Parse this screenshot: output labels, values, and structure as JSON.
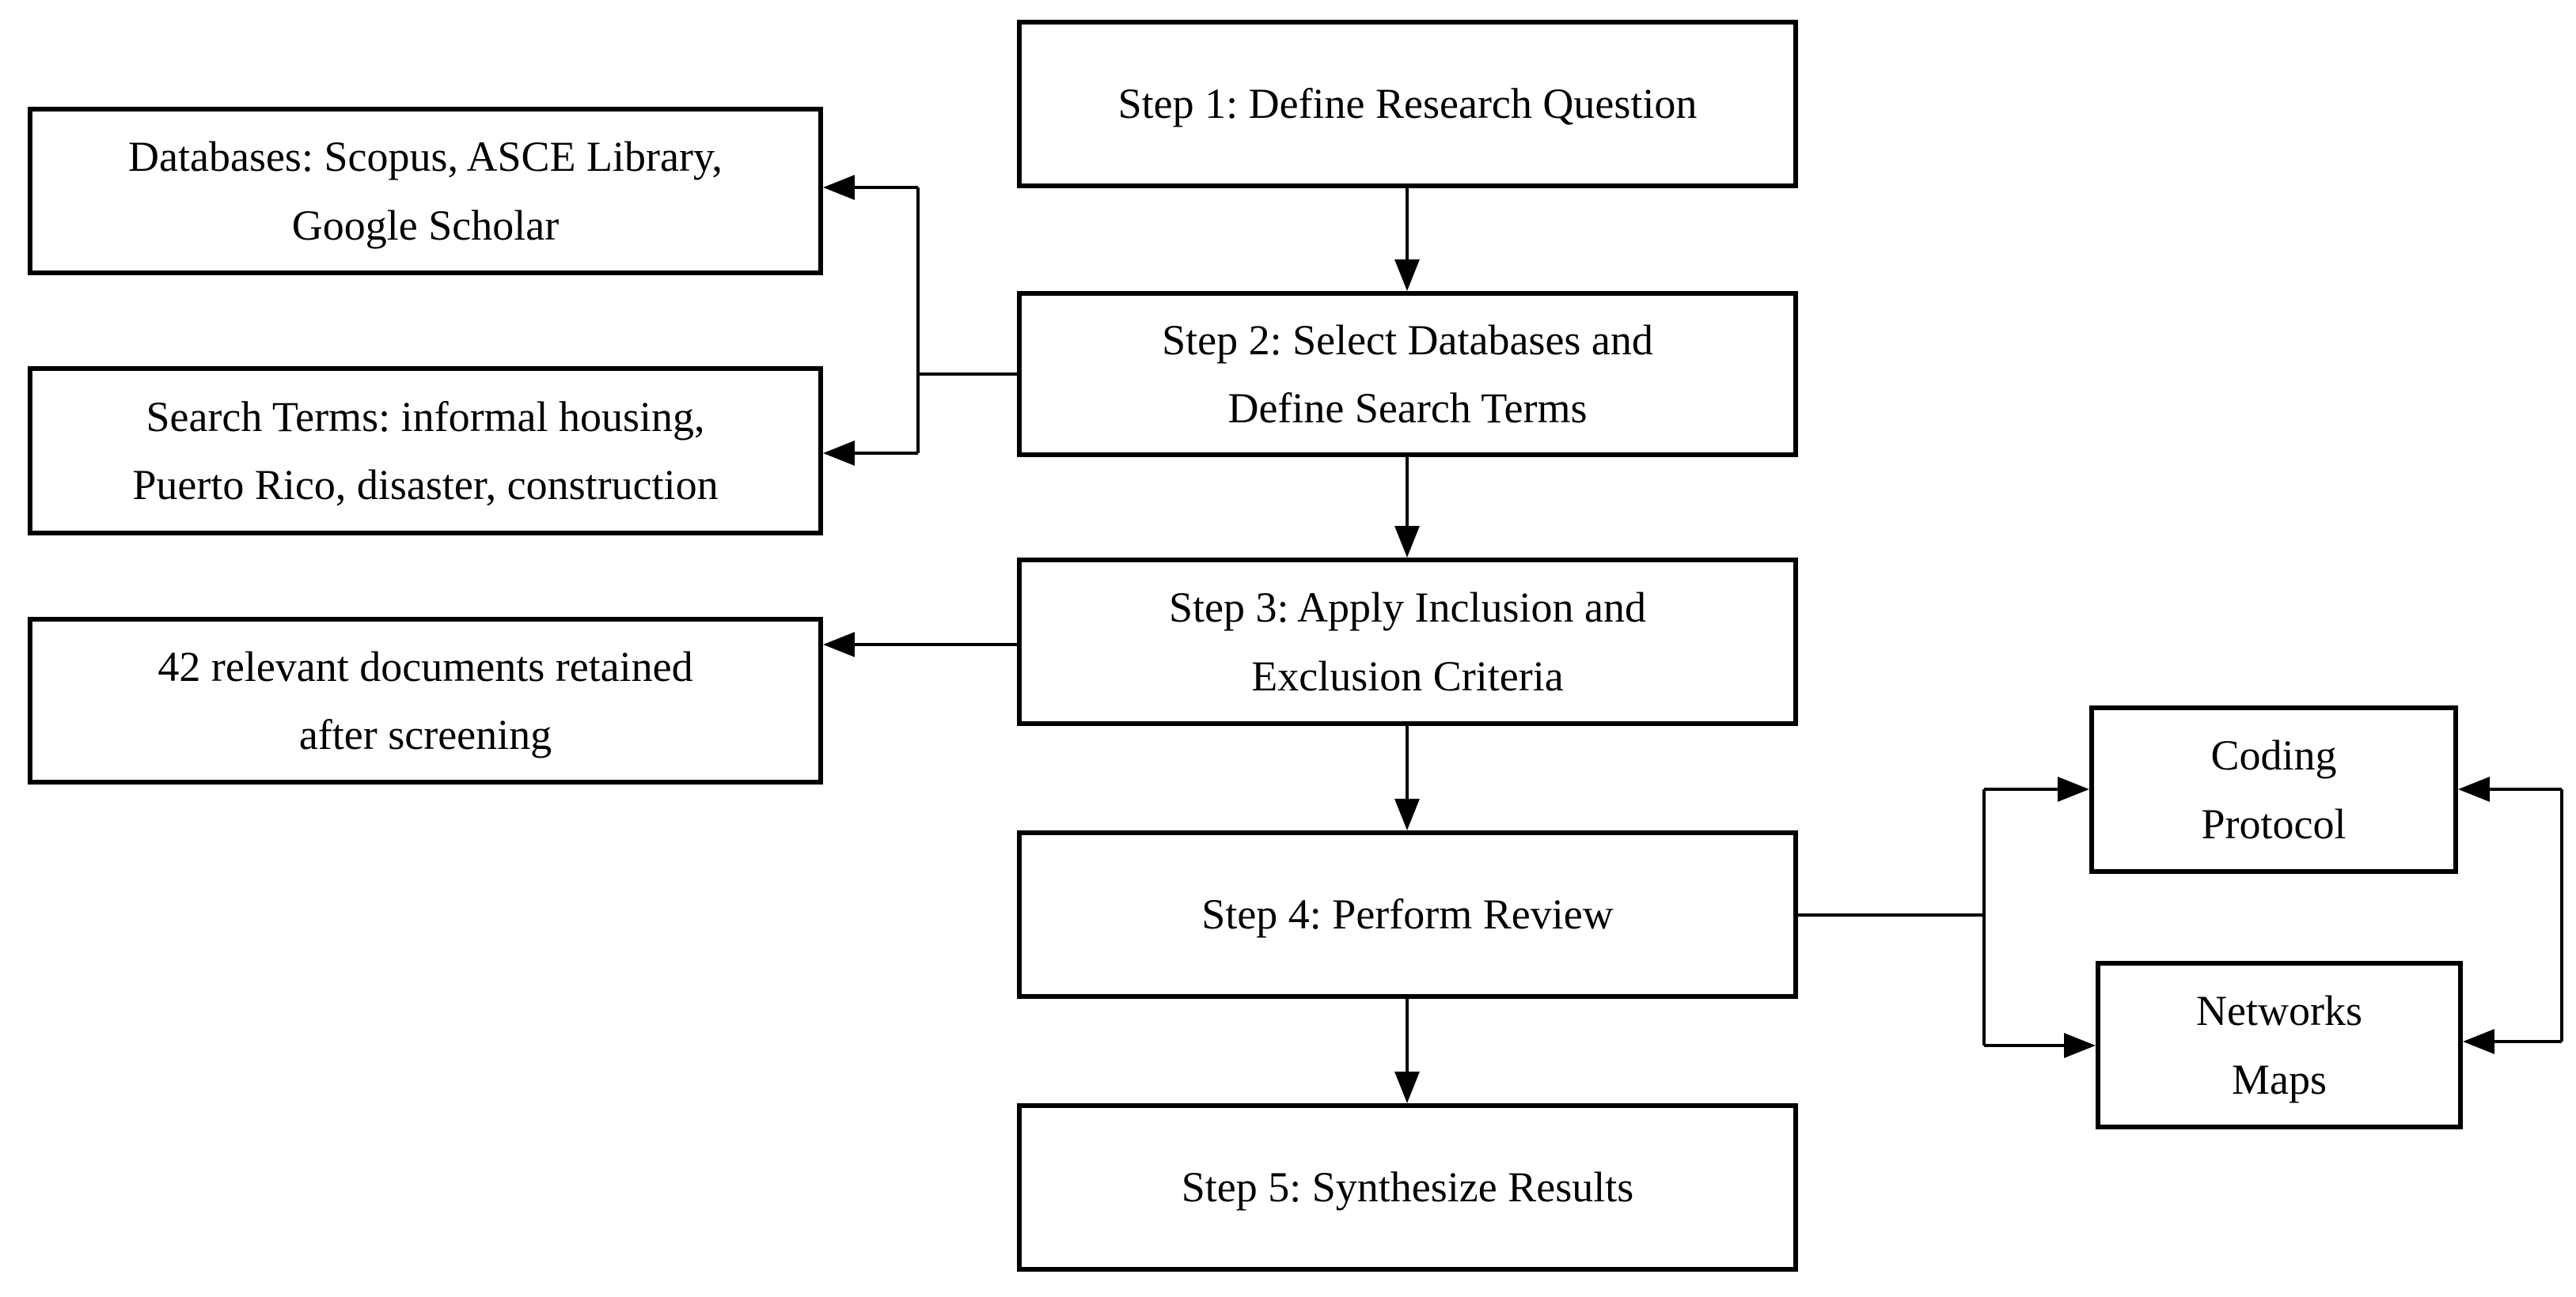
{
  "palette": {
    "ink": "#000000",
    "paper": "#ffffff"
  },
  "flow": {
    "steps": [
      {
        "id": "step-1",
        "label": [
          "Step 1: Define Research Question"
        ]
      },
      {
        "id": "step-2",
        "label": [
          "Step 2: Select Databases and",
          "Define Search Terms"
        ]
      },
      {
        "id": "step-3",
        "label": [
          "Step 3: Apply Inclusion and",
          "Exclusion Criteria"
        ]
      },
      {
        "id": "step-4",
        "label": [
          "Step 4: Perform Review"
        ]
      },
      {
        "id": "step-5",
        "label": [
          "Step 5: Synthesize Results"
        ]
      }
    ],
    "left_notes": [
      {
        "id": "databases-note",
        "label": [
          "Databases: Scopus, ASCE Library,",
          "Google Scholar"
        ]
      },
      {
        "id": "search-terms-note",
        "label": [
          "Search Terms: informal housing,",
          "Puerto Rico, disaster, construction"
        ]
      },
      {
        "id": "screening-result-note",
        "label": [
          "42 relevant documents retained",
          "after screening"
        ]
      }
    ],
    "right_notes": [
      {
        "id": "coding-protocol",
        "label": [
          "Coding",
          "Protocol"
        ]
      },
      {
        "id": "networks-maps",
        "label": [
          "Networks",
          "Maps"
        ]
      }
    ]
  }
}
